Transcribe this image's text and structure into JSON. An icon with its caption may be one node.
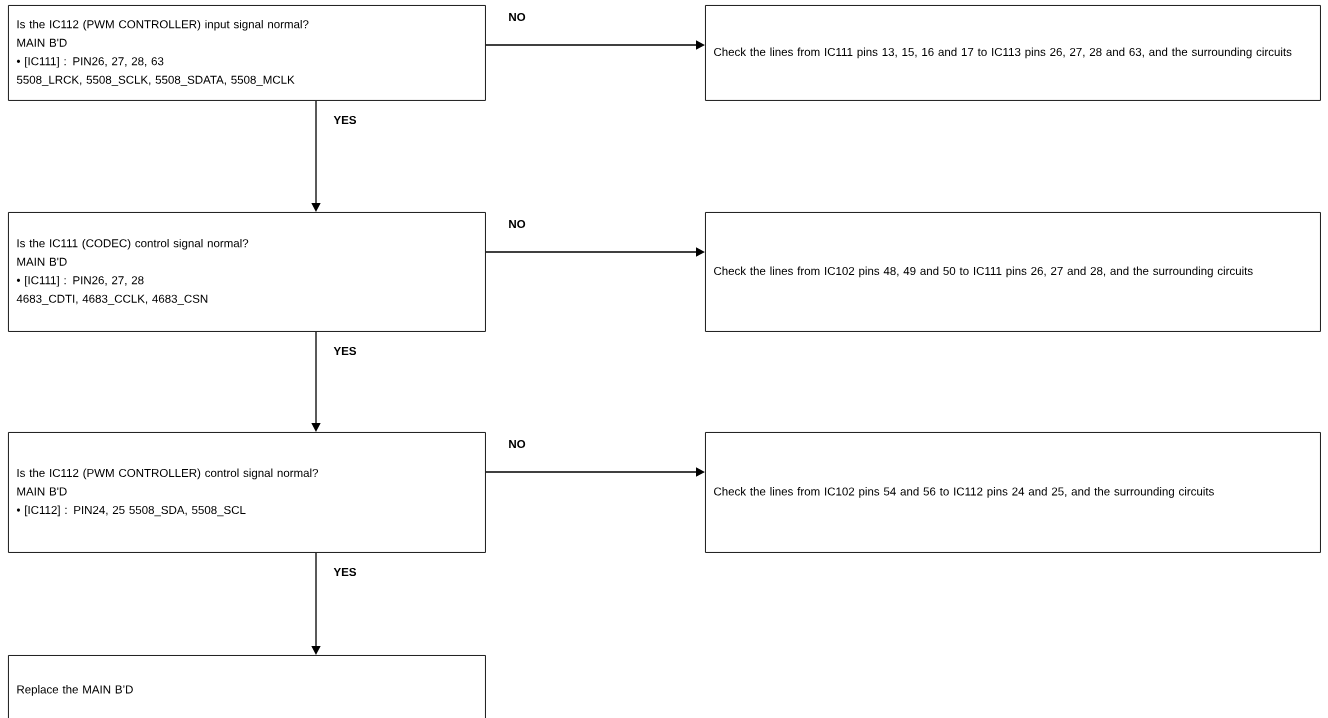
{
  "diagram": {
    "nodes": [
      {
        "text": [
          "Is the IC112 (PWM CONTROLLER) input signal normal?",
          "MAIN B'D",
          "• [IC111] : PIN26, 27, 28, 63",
          "5508_LRCK, 5508_SCLK, 5508_SDATA, 5508_MCLK"
        ]
      },
      {
        "text": [
          "Check the lines from IC111 pins 13, 15, 16 and 17 to IC113 pins 26, 27, 28 and 63, and the surrounding circuits"
        ]
      },
      {
        "text": [
          "Is the IC111 (CODEC) control signal normal?",
          "MAIN B'D",
          "• [IC111] : PIN26, 27, 28",
          "4683_CDTI, 4683_CCLK, 4683_CSN"
        ]
      },
      {
        "text": [
          "Check the lines from IC102 pins 48, 49 and 50 to IC111 pins 26, 27 and 28, and the surrounding circuits"
        ]
      },
      {
        "text": [
          "Is the IC112 (PWM CONTROLLER) control signal normal?",
          "MAIN B'D",
          "• [IC112] : PIN24, 25    5508_SDA, 5508_SCL"
        ]
      },
      {
        "text": [
          "Check the lines from IC102 pins 54 and 56 to IC112 pins 24 and 25, and the surrounding circuits"
        ]
      },
      {
        "text": [
          "Replace the MAIN B’D"
        ]
      }
    ],
    "edges": [
      {
        "from": 0,
        "to": 1,
        "arrow": "to",
        "label": "NO"
      },
      {
        "from": 0,
        "to": 2,
        "arrow": "to",
        "label": "YES"
      },
      {
        "from": 2,
        "to": 3,
        "arrow": "to",
        "label": "NO"
      },
      {
        "from": 2,
        "to": 4,
        "arrow": "to",
        "label": "YES"
      },
      {
        "from": 4,
        "to": 5,
        "arrow": "to",
        "label": "NO"
      },
      {
        "from": 4,
        "to": 6,
        "arrow": "to",
        "label": "YES"
      }
    ]
  }
}
